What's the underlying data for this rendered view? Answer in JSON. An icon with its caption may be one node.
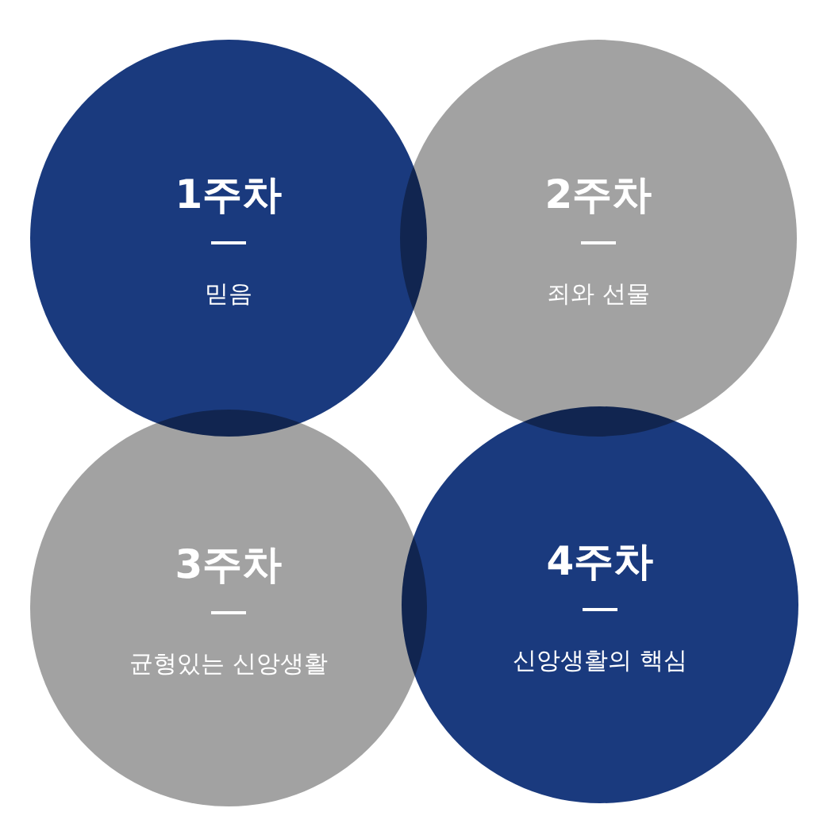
{
  "diagram": {
    "nodes": [
      {
        "text": [
          "1주차",
          "믿음"
        ]
      },
      {
        "text": [
          "2주차",
          "죄와 선물"
        ]
      },
      {
        "text": [
          "3주차",
          "균형있는 신앙생활"
        ]
      },
      {
        "text": [
          "4주차",
          "신앙생활의 핵심"
        ]
      }
    ]
  }
}
